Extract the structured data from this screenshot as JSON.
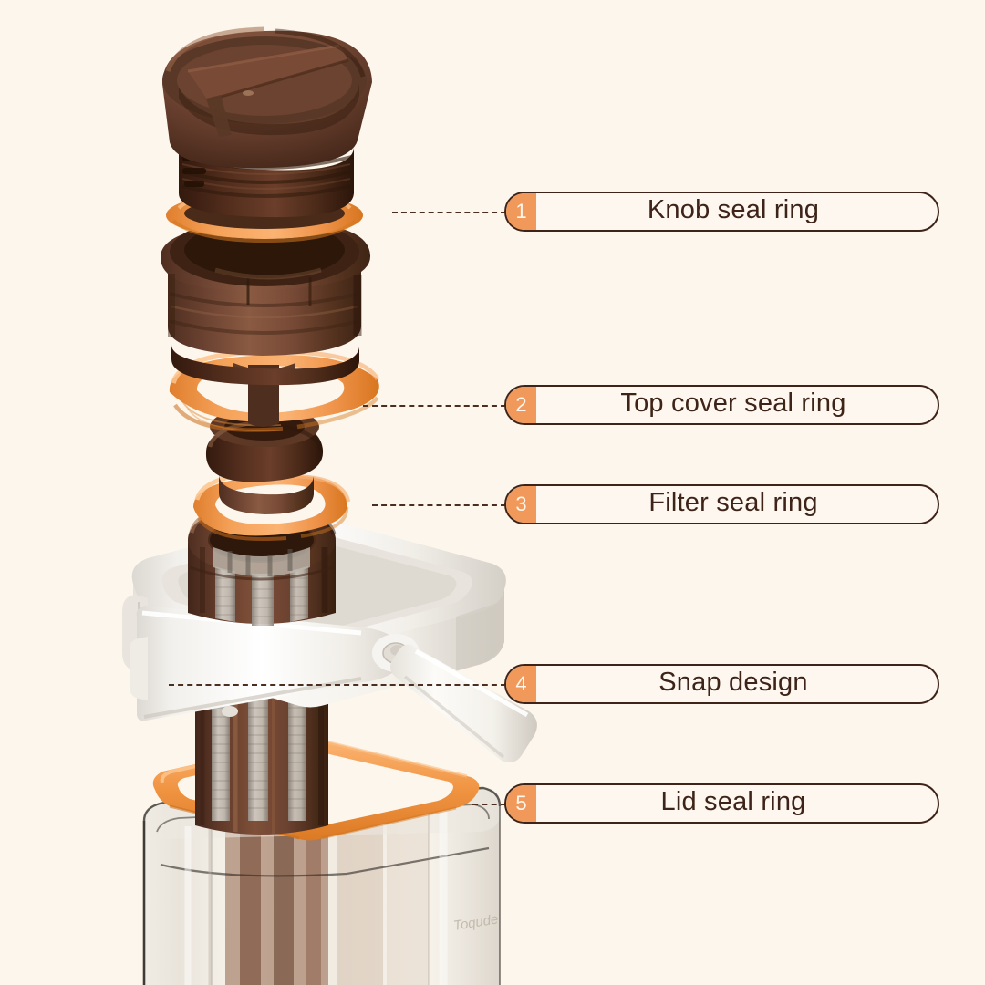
{
  "background_color": "#FDF6EC",
  "accent_color": "#F0995A",
  "text_color": "#3E2318",
  "product": {
    "type": "exploded-view product diagram",
    "description": "Portable juicer / blender cup exploded into parts",
    "parts": [
      {
        "name": "knob",
        "color": "#6B4230"
      },
      {
        "name": "top-cover",
        "color": "#6E4533"
      },
      {
        "name": "top-cover-seal-ring",
        "color": "#EE9A4D"
      },
      {
        "name": "filter-collar",
        "color": "#5E392A"
      },
      {
        "name": "filter-seal-ring",
        "color": "#EE9A4D"
      },
      {
        "name": "filter-basket-mesh",
        "color": "#C9C2B8"
      },
      {
        "name": "white-lid",
        "color": "#F4F2EE"
      },
      {
        "name": "snap-clamp",
        "color": "#FFFFFF"
      },
      {
        "name": "lid-seal-ring",
        "color": "#F08A3C"
      },
      {
        "name": "transparent-cup",
        "color": "#D8D2C8"
      }
    ]
  },
  "callouts": [
    {
      "number": "1",
      "label": "Knob seal ring"
    },
    {
      "number": "2",
      "label": "Top cover seal ring"
    },
    {
      "number": "3",
      "label": "Filter seal ring"
    },
    {
      "number": "4",
      "label": "Snap design"
    },
    {
      "number": "5",
      "label": "Lid seal ring"
    }
  ]
}
